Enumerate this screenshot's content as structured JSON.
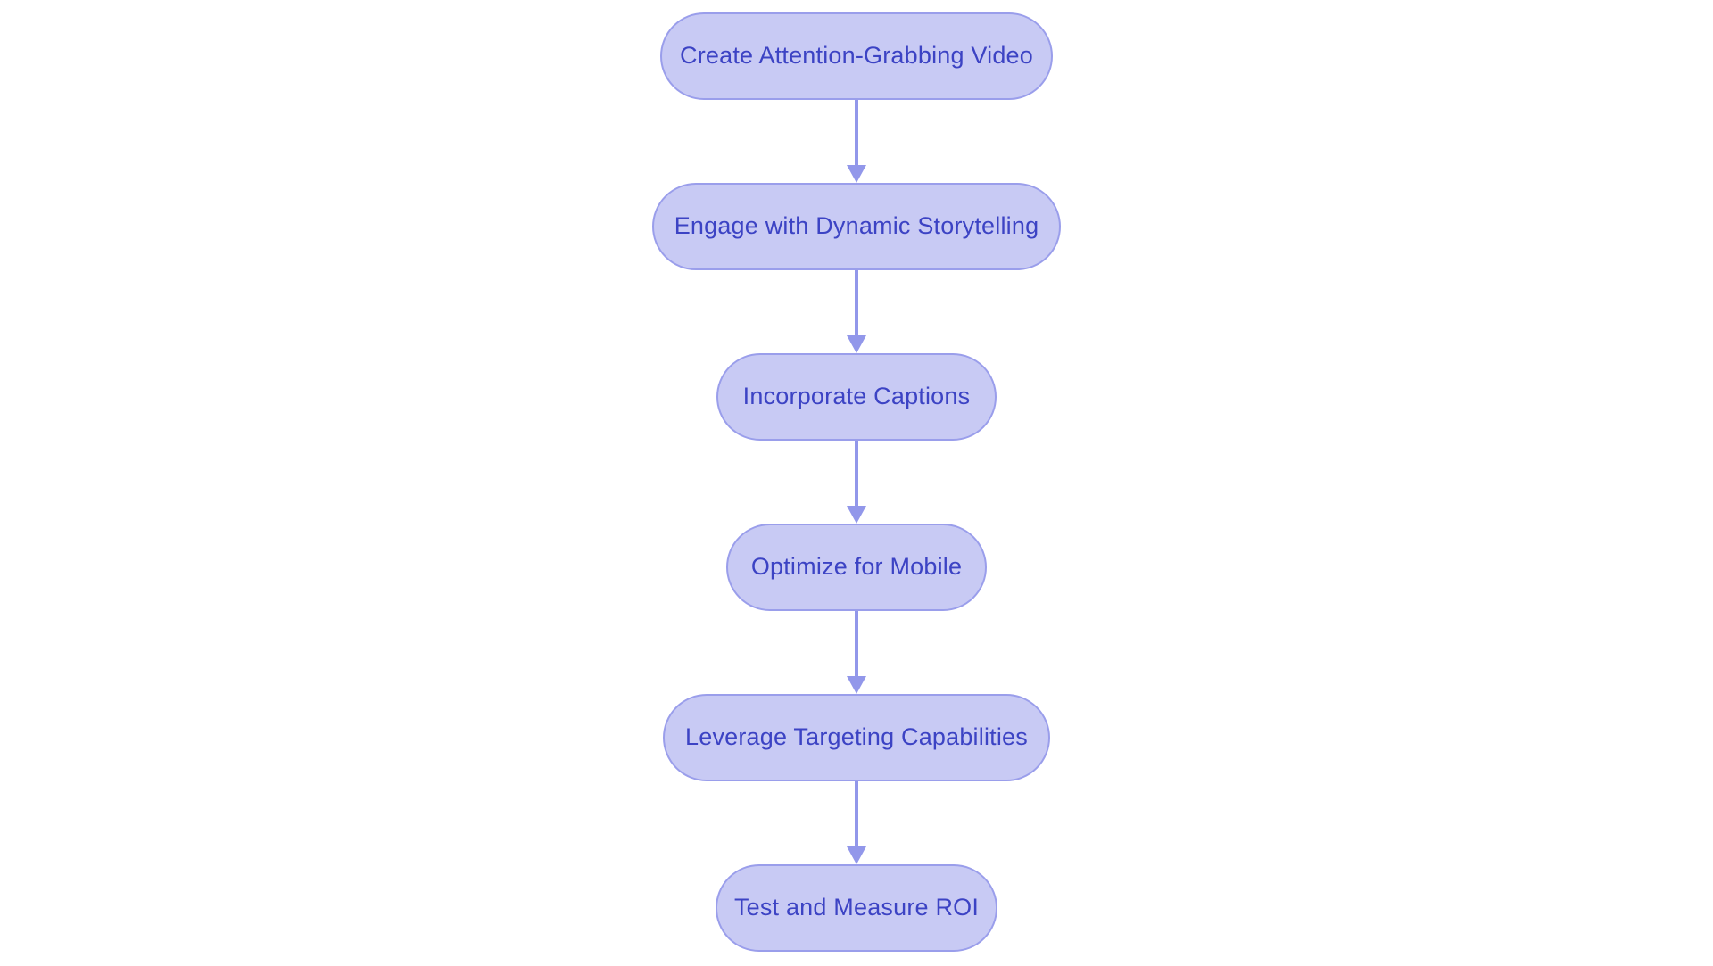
{
  "diagram": {
    "type": "flowchart",
    "direction": "top-down",
    "nodes": [
      {
        "id": "step-1",
        "label": "Create Attention-Grabbing Video"
      },
      {
        "id": "step-2",
        "label": "Engage with Dynamic Storytelling"
      },
      {
        "id": "step-3",
        "label": "Incorporate Captions"
      },
      {
        "id": "step-4",
        "label": "Optimize for Mobile"
      },
      {
        "id": "step-5",
        "label": "Leverage Targeting Capabilities"
      },
      {
        "id": "step-6",
        "label": "Test and Measure ROI"
      }
    ],
    "edges": [
      {
        "from": "step-1",
        "to": "step-2"
      },
      {
        "from": "step-2",
        "to": "step-3"
      },
      {
        "from": "step-3",
        "to": "step-4"
      },
      {
        "from": "step-4",
        "to": "step-5"
      },
      {
        "from": "step-5",
        "to": "step-6"
      }
    ],
    "colors": {
      "background": "#ffffff",
      "node_fill": "#c8caf4",
      "node_border": "#9a9eeb",
      "node_text": "#3c43c4",
      "arrow": "#9297ea"
    }
  }
}
